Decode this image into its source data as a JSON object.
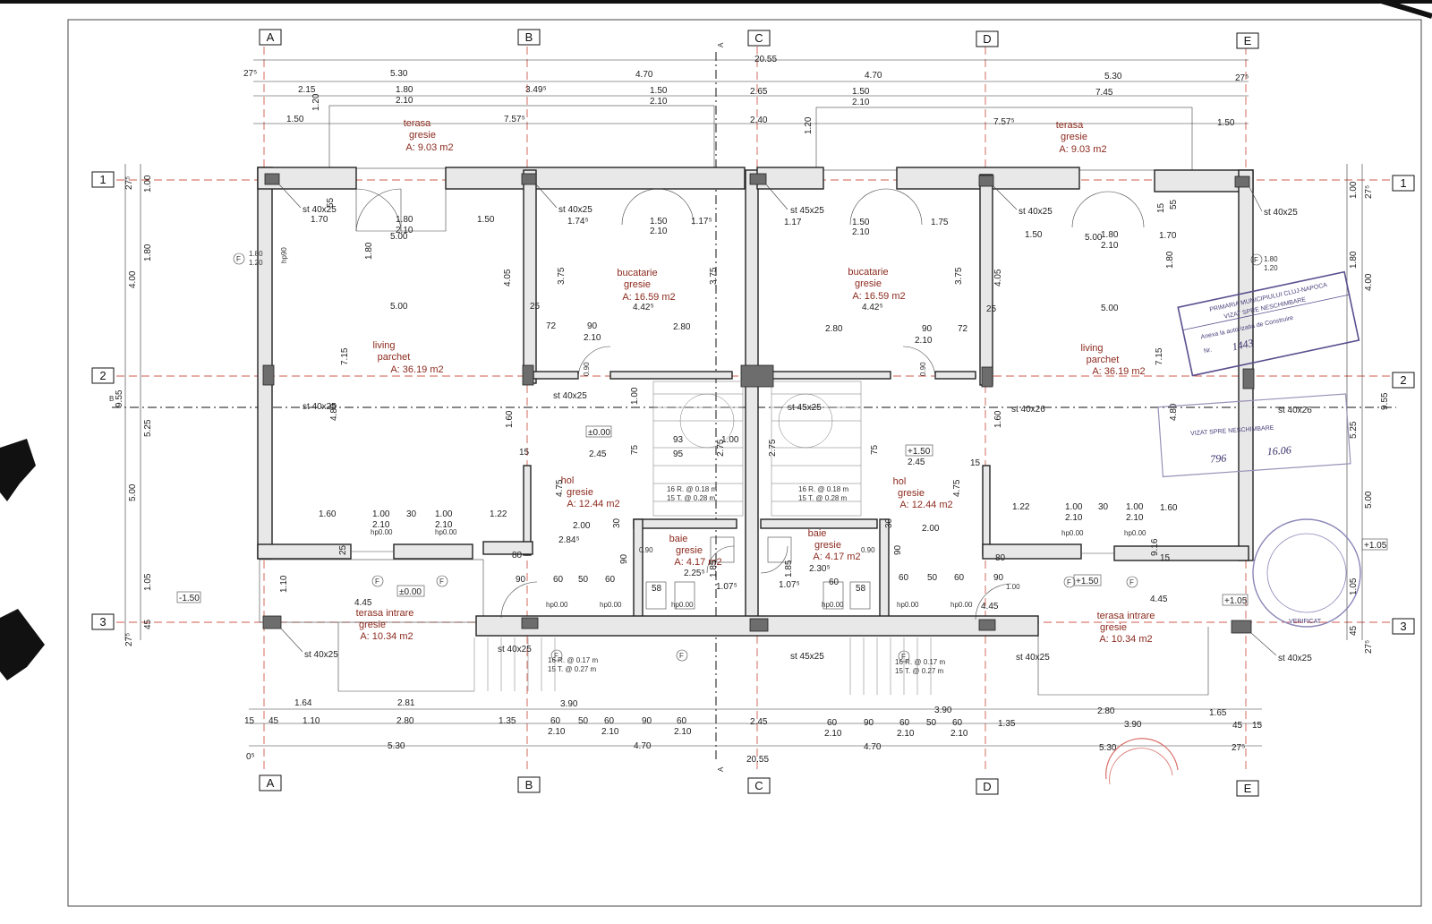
{
  "axes": {
    "columns": [
      "A",
      "B",
      "C",
      "D",
      "E"
    ],
    "rows": [
      "1",
      "2",
      "3"
    ],
    "section_mark": "A",
    "section_mark_b": "B"
  },
  "dimensions": {
    "top_total": "20.55",
    "bottom_total": "20.55",
    "top_row1": [
      "27⁵",
      "5.30",
      "4.70",
      "4.70",
      "5.30",
      "27⁵"
    ],
    "top_row2": [
      "2.15",
      "1.80",
      "3.49⁵",
      "1.50",
      "2.65",
      "1.50",
      "7.45"
    ],
    "top_row2_sub": [
      "2.10",
      "2.10",
      "2.10"
    ],
    "top_row3": [
      "1.50",
      "7.57⁵",
      "2.40",
      "7.57⁵",
      "1.50"
    ],
    "bottom_row1": [
      "15",
      "45",
      "1.10",
      "2.80",
      "1.35",
      "60",
      "50",
      "60",
      "90",
      "60",
      "2.45",
      "60",
      "90",
      "60",
      "50",
      "60",
      "1.35",
      "3.90",
      "45",
      "15"
    ],
    "bottom_row1_sub": [
      "2.10",
      "2.10",
      "2.10",
      "2.10",
      "2.10",
      "2.10"
    ],
    "bottom_row0": [
      "1.64",
      "2.81",
      "3.90",
      "3.90",
      "2.80",
      "1.65"
    ],
    "bottom_row2": [
      "0⁵",
      "5.30",
      "4.70",
      "4.70",
      "5.30",
      "27⁵"
    ],
    "left_outer": [
      "27⁵",
      "4.00",
      "5.25",
      "5.00",
      "1.05",
      "27⁵"
    ],
    "left_inner": [
      "1.00",
      "1.80",
      "9.55",
      "45"
    ],
    "right_outer": [
      "1.00",
      "27⁵",
      "4.00",
      "9.55",
      "5.25",
      "5.00",
      "1.05",
      "27⁵"
    ],
    "right_inner": [
      "1.80",
      "45"
    ]
  },
  "rooms": [
    {
      "name": "terasa",
      "finish": "gresie",
      "area": "A: 9.03 m2"
    },
    {
      "name": "terasa",
      "finish": "gresie",
      "area": "A: 9.03 m2"
    },
    {
      "name": "bucatarie",
      "finish": "gresie",
      "area": "A: 16.59 m2"
    },
    {
      "name": "bucatarie",
      "finish": "gresie",
      "area": "A: 16.59 m2"
    },
    {
      "name": "living",
      "finish": "parchet",
      "area": "A: 36.19 m2"
    },
    {
      "name": "living",
      "finish": "parchet",
      "area": "A: 36.19 m2"
    },
    {
      "name": "hol",
      "finish": "gresie",
      "area": "A: 12.44 m2"
    },
    {
      "name": "hol",
      "finish": "gresie",
      "area": "A: 12.44 m2"
    },
    {
      "name": "baie",
      "finish": "gresie",
      "area": "A: 4.17 m2"
    },
    {
      "name": "baie",
      "finish": "gresie",
      "area": "A: 4.17 m2"
    },
    {
      "name": "terasa intrare",
      "finish": "gresie",
      "area": "A: 10.34 m2"
    },
    {
      "name": "terasa intrare",
      "finish": "gresie",
      "area": "A: 10.34 m2"
    }
  ],
  "columns_labels": {
    "st40": "st 40x25",
    "st45": "st 45x25",
    "st40b": "st 40x26"
  },
  "levels": {
    "zero": "±0.00",
    "zero_b": "±0.00",
    "plus150": "+1.50",
    "plus150_b": "+1.50",
    "minus150": "-1.50",
    "plus105": "+1.05",
    "plus105_b": "+1.05"
  },
  "interior_dims": {
    "d500": "5.00",
    "d500b": "5.00",
    "d170": "1.70",
    "d180": "1.80",
    "d150": "1.50",
    "d174": "1.74⁵",
    "d117": "1.17⁵",
    "d117b": "1.17",
    "d175": "1.75",
    "d442": "4.42⁵",
    "d280": "2.80",
    "d72": "72",
    "d90": "90",
    "d210": "2.10",
    "d245": "2.45",
    "d95": "95",
    "d93": "93",
    "d100": "1.00",
    "d275": "2.75",
    "d160": "1.60",
    "d122": "1.22",
    "d200": "2.00",
    "d284": "2.84⁵",
    "d225": "2.25⁵",
    "d107": "1.07⁵",
    "d230": "2.30⁵",
    "d185": "1.85",
    "d375": "3.75",
    "d405": "4.05",
    "d715": "7.15",
    "d480": "4.80",
    "d475": "4.75",
    "d445": "4.45",
    "d58": "58",
    "d60": "60",
    "d80": "80",
    "d30": "30",
    "d50": "50",
    "d15": "15",
    "d25": "25",
    "d55": "55",
    "d75": "75",
    "d916": "9.16",
    "d120": "1.20",
    "d110": "1.10",
    "d090": "0.90",
    "hp000": "hp0.00",
    "hp090": "hp90",
    "stair_left": "16 R. @ 0.18 m",
    "stair_left2": "15 T. @ 0.28 m",
    "stair_ext": "16 R. @ 0.17 m",
    "stair_ext2": "15 T. @ 0.27 m",
    "window_tag": "F"
  },
  "stamps": {
    "stamp1_l1": "PRIMARIA MUNICIPIULUI CLUJ-NAPOCA",
    "stamp1_l2": "VIZAT SPRE NESCHIMBARE",
    "stamp1_l3": "Anexa la autorizatia de Construire",
    "stamp1_l4": "Nr.",
    "stamp1_hw": "1443",
    "stamp2_l1": "VIZAT SPRE NESCHIMBARE",
    "stamp2_hw1": "796",
    "stamp2_hw2": "16.06",
    "stamp3_l1": "VERIFICAT"
  }
}
